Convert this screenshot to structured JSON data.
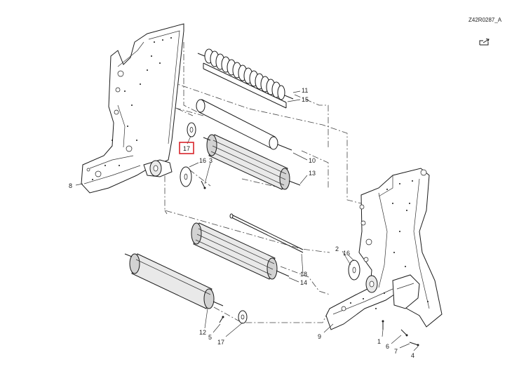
{
  "diagram": {
    "code": "Z42R0287_A",
    "icon": "link-out-icon",
    "highlight_color": "#d8252b",
    "callouts": [
      {
        "id": "c11",
        "text": "11"
      },
      {
        "id": "c15",
        "text": "15"
      },
      {
        "id": "c17a",
        "text": "17"
      },
      {
        "id": "c16a",
        "text": "16"
      },
      {
        "id": "c3",
        "text": "3"
      },
      {
        "id": "c10",
        "text": "10"
      },
      {
        "id": "c13",
        "text": "13"
      },
      {
        "id": "c8",
        "text": "8"
      },
      {
        "id": "c2",
        "text": "2"
      },
      {
        "id": "c16b",
        "text": "16"
      },
      {
        "id": "c18",
        "text": "18"
      },
      {
        "id": "c14",
        "text": "14"
      },
      {
        "id": "c12",
        "text": "12"
      },
      {
        "id": "c5",
        "text": "5"
      },
      {
        "id": "c17b",
        "text": "17"
      },
      {
        "id": "c9",
        "text": "9"
      },
      {
        "id": "c1",
        "text": "1"
      },
      {
        "id": "c6",
        "text": "6"
      },
      {
        "id": "c7",
        "text": "7"
      },
      {
        "id": "c4",
        "text": "4"
      }
    ]
  }
}
